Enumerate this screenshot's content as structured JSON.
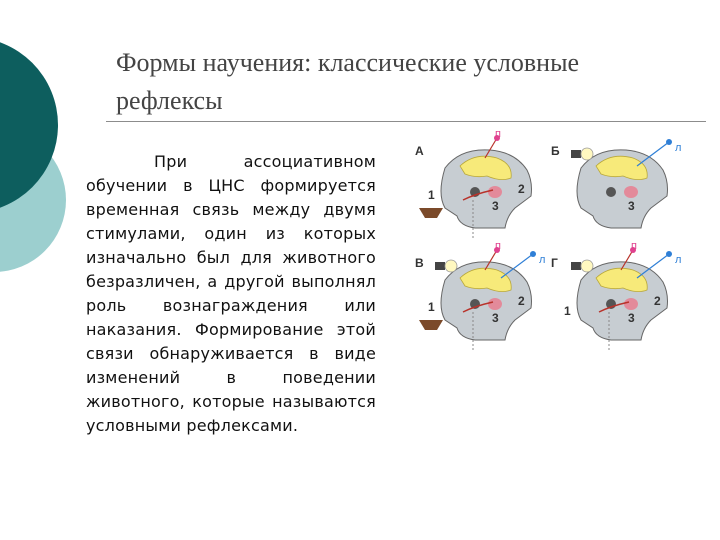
{
  "slide": {
    "title": "Формы научения: классические условные рефлексы",
    "body_text": "При ассоциативном обучении в ЦНС формируется временная связь между двумя стимулами, один из которых изначально был для животного безразличен, а другой выполнял роль вознаграждения или наказания. Формирование этой связи обнаруживается в виде изменений в поведении животного, которые называются условными рефлексами."
  },
  "figure": {
    "panels": [
      {
        "letter": "А",
        "labels": {
          "p": "п",
          "n1": "1",
          "n2": "2",
          "n3": "3"
        }
      },
      {
        "letter": "Б",
        "labels": {
          "l": "л",
          "n3": "3"
        }
      },
      {
        "letter": "В",
        "labels": {
          "p": "п",
          "l": "л",
          "n1": "1",
          "n2": "2",
          "n3": "3"
        }
      },
      {
        "letter": "Г",
        "labels": {
          "p": "п",
          "l": "л",
          "n1": "1",
          "n2": "2",
          "n3": "3"
        }
      }
    ]
  },
  "colors": {
    "teal_dark": "#0d5e5e",
    "teal_light": "#9ccfcf",
    "head_gray": "#c7cdd2",
    "brain_yellow": "#f7ea7a",
    "gland_pink": "#e38a9a",
    "nerve_red": "#b8322a"
  }
}
